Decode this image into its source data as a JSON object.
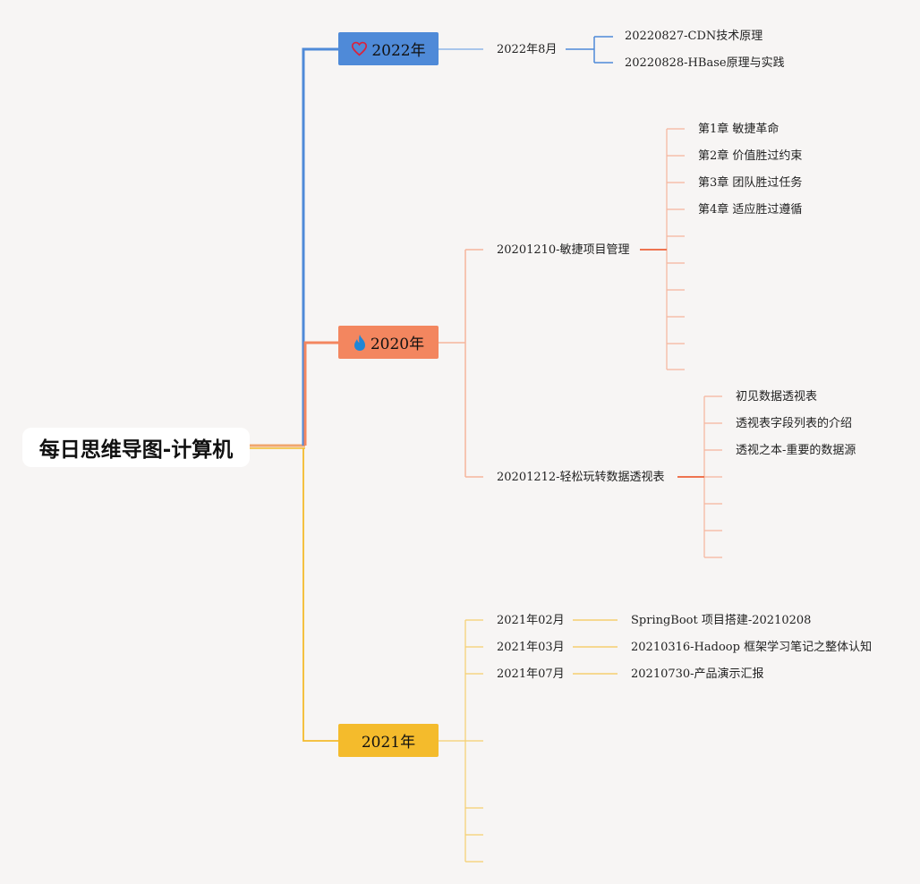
{
  "root": {
    "title": "每日思维导图-计算机"
  },
  "branches": {
    "y2022": {
      "label": "2022年",
      "icon": "heart-outline-icon",
      "color": "#4f8ad8",
      "children": [
        {
          "label": "2022年8月",
          "children": [
            "20220827-CDN技术原理",
            "20220828-HBase原理与实践"
          ]
        }
      ]
    },
    "y2020": {
      "label": "2020年",
      "icon": "flame-icon",
      "color": "#f3865f",
      "children": [
        {
          "label": "20201210-敏捷项目管理",
          "children": [
            "第1章 敏捷革命",
            "第2章 价值胜过约束",
            "第3章 团队胜过任务",
            "第4章 适应胜过遵循"
          ]
        },
        {
          "label": "20201212-轻松玩转数据透视表",
          "children": [
            "初见数据透视表",
            "透视表字段列表的介绍",
            "透视之本-重要的数据源"
          ]
        }
      ]
    },
    "y2021": {
      "label": "2021年",
      "icon": "",
      "color": "#f4bb2c",
      "children": [
        {
          "label": "2021年02月",
          "children": [
            "SpringBoot 项目搭建-20210208"
          ]
        },
        {
          "label": "2021年03月",
          "children": [
            "20210316-Hadoop 框架学习笔记之整体认知"
          ]
        },
        {
          "label": "2021年07月",
          "children": [
            "20210730-产品演示汇报"
          ]
        }
      ]
    }
  }
}
